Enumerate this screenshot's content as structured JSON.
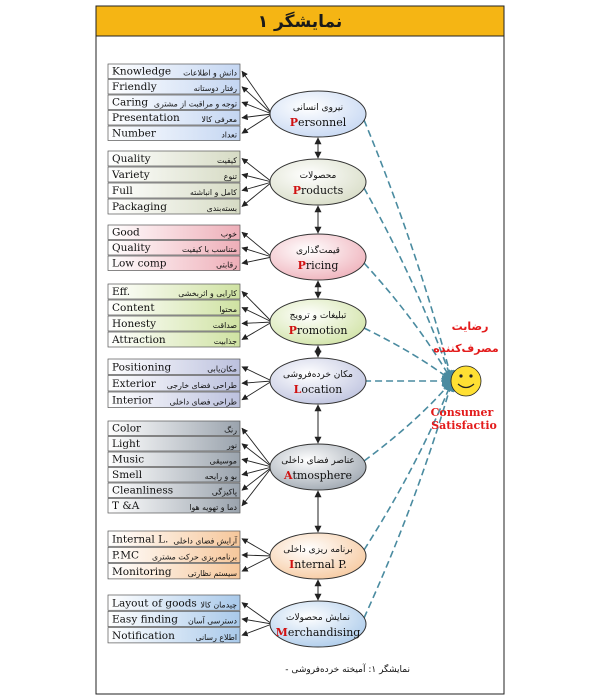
{
  "title": "نمایشگر ۱",
  "caption": "- نمایشگر ۱: آمیخته خرده‌فروشی",
  "satisfaction": {
    "fa_line1": "رضایت",
    "fa_line2": "مصرف‌کننده",
    "en_line1": "Consumer",
    "en_line2": "Satisfactio"
  },
  "groups": [
    {
      "fa": "نیروی انسانی",
      "en": "Personnel",
      "items": [
        {
          "en": "Knowledge",
          "fa": "دانش و اطلاعات"
        },
        {
          "en": "Friendly",
          "fa": "رفتار دوستانه"
        },
        {
          "en": "Caring",
          "fa": "توجه و مراقبت از مشتری"
        },
        {
          "en": "Presentation",
          "fa": "معرفی کالا"
        },
        {
          "en": "Number",
          "fa": "تعداد"
        }
      ]
    },
    {
      "fa": "محصولات",
      "en": "Products",
      "items": [
        {
          "en": "Quality",
          "fa": "کیفیت"
        },
        {
          "en": "Variety",
          "fa": "تنوع"
        },
        {
          "en": "Full",
          "fa": "کامل و انباشته"
        },
        {
          "en": "Packaging",
          "fa": "بسته‌بندی"
        }
      ]
    },
    {
      "fa": "قیمت‌گذاری",
      "en": "Pricing",
      "items": [
        {
          "en": "Good",
          "fa": "خوب"
        },
        {
          "en": "Quality",
          "fa": "متناسب با کیفیت"
        },
        {
          "en": "Low comp",
          "fa": "رقابتی"
        }
      ]
    },
    {
      "fa": "تبلیغات و ترویج",
      "en": "Promotion",
      "items": [
        {
          "en": "Eff.",
          "fa": "کارایی و اثربخشی"
        },
        {
          "en": "Content",
          "fa": "محتوا"
        },
        {
          "en": "Honesty",
          "fa": "صداقت"
        },
        {
          "en": "Attraction",
          "fa": "جذابیت"
        }
      ]
    },
    {
      "fa": "مکان خرده‌فروشی",
      "en": "Location",
      "items": [
        {
          "en": "Positioning",
          "fa": "مکان‌یابی"
        },
        {
          "en": "Exterior",
          "fa": "طراحی فضای خارجی"
        },
        {
          "en": "Interior",
          "fa": "طراحی فضای داخلی"
        }
      ]
    },
    {
      "fa": "عناصر فضای داخلی",
      "en": "Atmosphere",
      "items": [
        {
          "en": "Color",
          "fa": "رنگ"
        },
        {
          "en": "Light",
          "fa": "نور"
        },
        {
          "en": "Music",
          "fa": "موسیقی"
        },
        {
          "en": "Smell",
          "fa": "بو و رایحه"
        },
        {
          "en": "Cleanliness",
          "fa": "پاکیزگی"
        },
        {
          "en": "T &A",
          "fa": "دما و تهویه هوا"
        }
      ]
    },
    {
      "fa": "برنامه ریزی داخلی",
      "en": "Internal P.",
      "items": [
        {
          "en": "Internal L.",
          "fa": "آرایش فضای داخلی"
        },
        {
          "en": "P.MC",
          "fa": "برنامه‌ریزی حرکت مشتری"
        },
        {
          "en": "Monitoring",
          "fa": "سیستم نظارتی"
        }
      ]
    },
    {
      "fa": "نمایش محصولات",
      "en": "Merchandising",
      "items": [
        {
          "en": "Layout of goods",
          "fa": "چیدمان کالا"
        },
        {
          "en": "Easy finding",
          "fa": "دسترسی آسان"
        },
        {
          "en": "Notification",
          "fa": "اطلاع رسانی"
        }
      ]
    }
  ],
  "colors": {
    "title_bar": "#f5b514",
    "frame": "#222222",
    "arrow": "#4a8ba0",
    "face": "#ffe033",
    "group_fills": [
      [
        "#ffffff",
        "#c4d6f2"
      ],
      [
        "#ffffff",
        "#d6dbc4"
      ],
      [
        "#ffffff",
        "#eeaeb8"
      ],
      [
        "#ffffff",
        "#cfe2a2"
      ],
      [
        "#ffffff",
        "#bcc1de"
      ],
      [
        "#ffffff",
        "#9aa3ad"
      ],
      [
        "#ffffff",
        "#f6c79b"
      ],
      [
        "#ffffff",
        "#a9c9ea"
      ]
    ]
  }
}
